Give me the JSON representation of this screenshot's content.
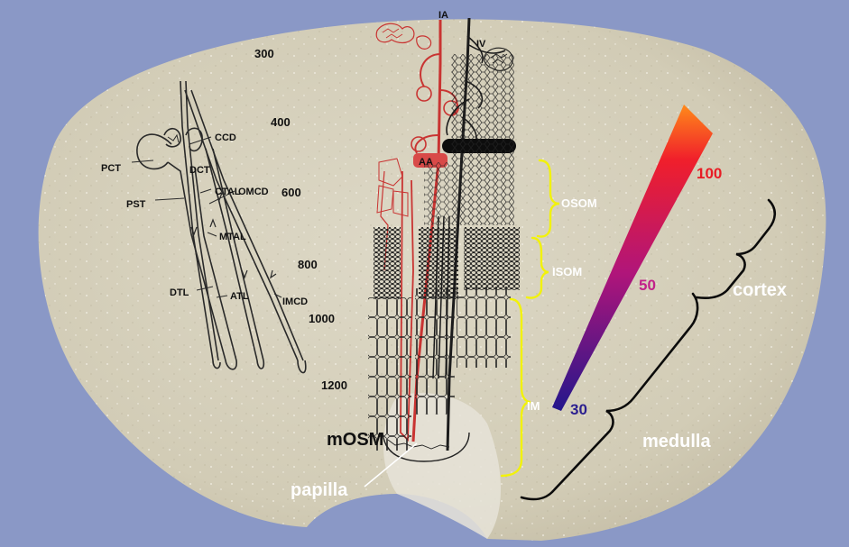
{
  "segments": {
    "pct": "PCT",
    "pst": "PST",
    "dtl": "DTL",
    "ccd": "CCD",
    "dct": "DCT",
    "ctal": "CTAL",
    "omcd": "OMCD",
    "mtal": "MTAL",
    "atl": "ATL",
    "imcd": "IMCD"
  },
  "depth_scale": [
    "300",
    "400",
    "600",
    "800",
    "1000",
    "1200"
  ],
  "vessels": {
    "ia": "IA",
    "iv": "IV",
    "aa": "AA"
  },
  "zones": {
    "osom": "OSOM",
    "isom": "ISOM",
    "im": "IM",
    "mosm": "mOSM"
  },
  "regions": {
    "cortex": "cortex",
    "medulla": "medulla",
    "papilla": "papilla"
  },
  "gradient_labels": {
    "top": "100",
    "mid": "50",
    "bottom": "30"
  },
  "colors": {
    "background": "#8a98c6",
    "kidney": "#d7d1bd",
    "vessel_red": "#c93432",
    "brace_yellow": "#f2f20a",
    "gradient_top": "#ff8a1a",
    "gradient_mid": "#b0157a",
    "gradient_bottom": "#23168c"
  }
}
